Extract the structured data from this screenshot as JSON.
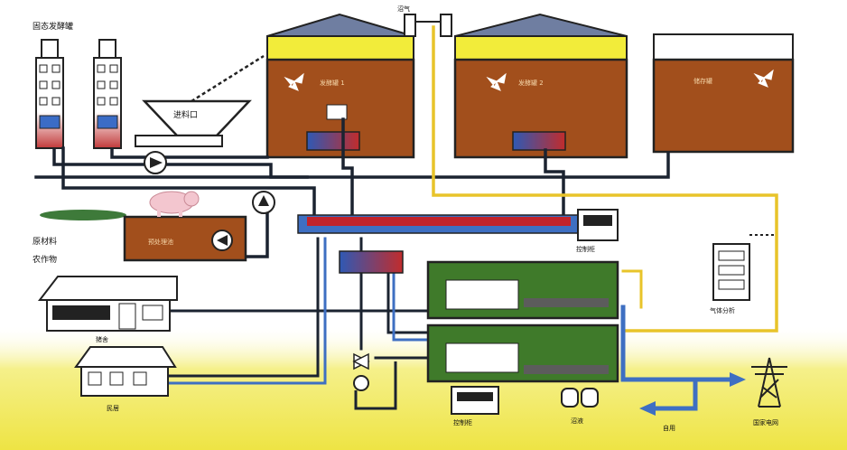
{
  "labels": {
    "tower_label": "固态发酵罐",
    "hopper_label": "进料口",
    "gas_top_label": "沼气",
    "digester_1": "发酵罐 1",
    "digester_2": "发酵罐 2",
    "storage_tank": "储存罐",
    "pre_tank": "预处理池",
    "left_text_1": "原材料",
    "left_text_2": "农作物",
    "barn_label": "猪舍",
    "house_label": "民居",
    "controller_label": "控制柜",
    "gas_analyzer": "气体分析",
    "bottom_control": "控制柜",
    "tank_bottom": "沼液",
    "self_use": "自用",
    "grid_label": "国家电网"
  },
  "colors": {
    "digester_fill": "#a24f1c",
    "roof": "#6f7ea1",
    "yellow_band": "#f2ec3a",
    "generator_green": "#3f7a2a",
    "pipe_dark": "#1b2330",
    "pipe_yellow": "#e8c42a",
    "pipe_blue": "#3e6fc2",
    "red_bar": "#c1232b",
    "ground_yellow": "#f1ec58"
  },
  "icons": [
    "fan-icon",
    "pump-icon",
    "pig-icon",
    "electric-tower-icon",
    "valve-icon",
    "heat-exchanger-icon"
  ]
}
